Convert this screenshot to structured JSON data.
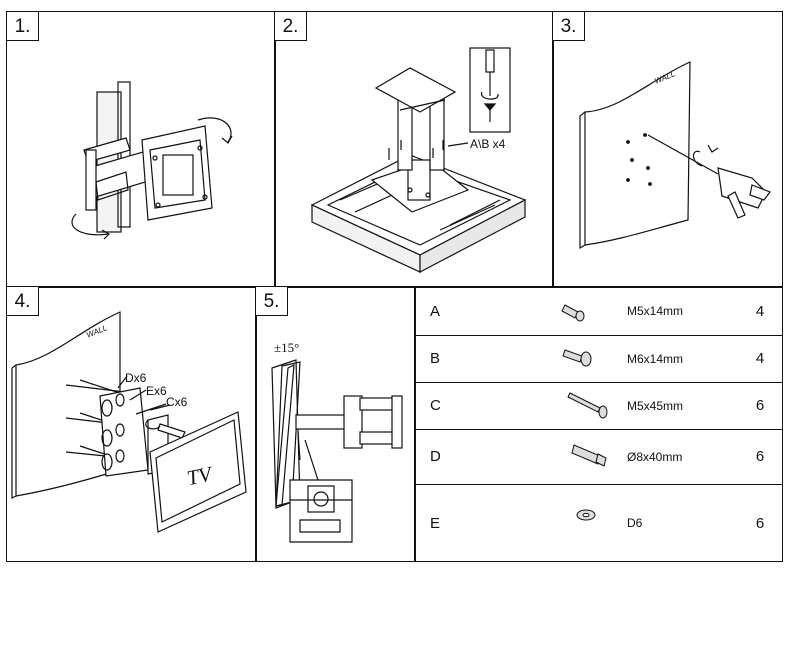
{
  "panels": [
    {
      "number": "1."
    },
    {
      "number": "2.",
      "label": "A\\B x4"
    },
    {
      "number": "3.",
      "wall": "WALL"
    },
    {
      "number": "4.",
      "wall": "WALL",
      "labels": [
        "Dx6",
        "Ex6",
        "Cx6"
      ],
      "tv": "TV"
    },
    {
      "number": "5.",
      "angle": "±15°"
    }
  ],
  "parts": [
    {
      "letter": "A",
      "size": "M5x14mm",
      "qty": "4",
      "icon": "small-screw-icon"
    },
    {
      "letter": "B",
      "size": "M6x14mm",
      "qty": "4",
      "icon": "screw-icon"
    },
    {
      "letter": "C",
      "size": "M5x45mm",
      "qty": "6",
      "icon": "wood-screw-icon"
    },
    {
      "letter": "D",
      "size": "Ø8x40mm",
      "qty": "6",
      "icon": "wall-anchor-icon"
    },
    {
      "letter": "E",
      "size": "D6",
      "qty": "6",
      "icon": "washer-icon"
    }
  ]
}
